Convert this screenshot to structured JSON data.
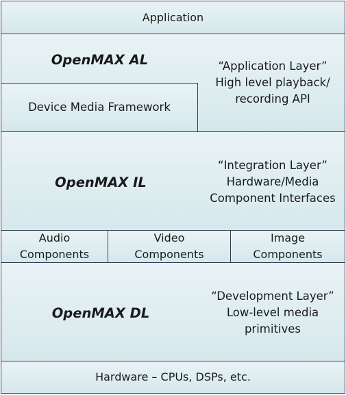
{
  "application": {
    "label": "Application"
  },
  "al": {
    "title": "OpenMAX AL",
    "description": [
      "“Application Layer”",
      "High level playback/",
      "recording API"
    ],
    "device_media_framework": "Device Media Framework"
  },
  "il": {
    "title": "OpenMAX IL",
    "description": [
      "“Integration Layer”",
      "Hardware/Media",
      "Component Interfaces"
    ]
  },
  "components": [
    {
      "line1": "Audio",
      "line2": "Components"
    },
    {
      "line1": "Video",
      "line2": "Components"
    },
    {
      "line1": "Image",
      "line2": "Components"
    }
  ],
  "dl": {
    "title": "OpenMAX DL",
    "description": [
      "“Development Layer”",
      "Low-level media",
      "primitives"
    ]
  },
  "hardware": {
    "label": "Hardware – CPUs, DSPs, etc."
  }
}
